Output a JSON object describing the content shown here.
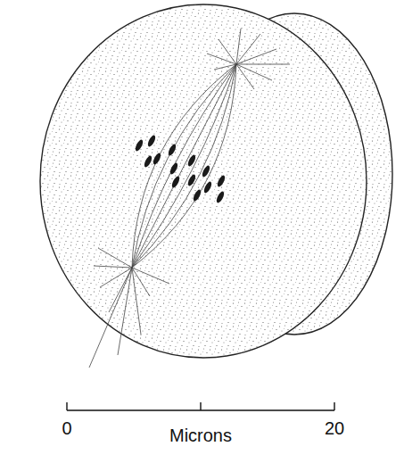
{
  "diagram": {
    "labels": [
      "0",
      "Microns",
      "20"
    ]
  }
}
